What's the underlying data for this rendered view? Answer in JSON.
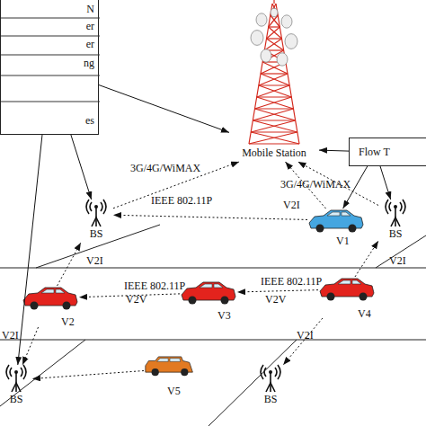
{
  "diagram": {
    "nodes": [
      {
        "text": [
          "N",
          "er",
          "er",
          "ng",
          "es"
        ]
      },
      {
        "text": [
          "Mobile Station"
        ]
      },
      {
        "text": [
          "Flow T"
        ]
      },
      {
        "text": [
          "BS"
        ]
      },
      {
        "text": [
          "V1"
        ]
      },
      {
        "text": [
          "BS"
        ]
      },
      {
        "text": [
          "V2"
        ]
      },
      {
        "text": [
          "V3"
        ]
      },
      {
        "text": [
          "V4"
        ]
      },
      {
        "text": [
          "BS"
        ]
      },
      {
        "text": [
          "V5"
        ]
      },
      {
        "text": [
          "BS"
        ]
      }
    ],
    "edges": [
      {
        "from": 0,
        "to": 3,
        "arrow": "to"
      },
      {
        "from": 0,
        "to": 1,
        "arrow": "to"
      },
      {
        "from": 0,
        "to": 9,
        "arrow": "to"
      },
      {
        "from": 2,
        "to": 1,
        "arrow": "to"
      },
      {
        "from": 2,
        "to": 4,
        "arrow": "to"
      },
      {
        "from": 2,
        "to": 5,
        "arrow": "to"
      },
      {
        "from": 3,
        "to": 1,
        "label": "3G/4G/WiMAX",
        "arrow": "to"
      },
      {
        "from": 4,
        "to": 1,
        "label": "3G/4G/WiMAX",
        "arrow": "to"
      },
      {
        "from": 4,
        "to": 3,
        "label": "IEEE 802.11P",
        "arrow": "to"
      },
      {
        "from": 5,
        "to": 1,
        "arrow": "to"
      },
      {
        "from": 6,
        "to": 3,
        "label": "V2I",
        "arrow": "to"
      },
      {
        "from": 7,
        "to": 6,
        "label": "IEEE 802.11P",
        "arrow": "to"
      },
      {
        "from": 8,
        "to": 7,
        "label": "IEEE 802.11P",
        "arrow": "to"
      },
      {
        "from": 8,
        "to": 5,
        "label": "V2I",
        "arrow": "to"
      },
      {
        "from": 6,
        "to": 9,
        "label": "V2I",
        "arrow": "to"
      },
      {
        "from": 10,
        "to": 9,
        "arrow": "to"
      },
      {
        "from": 8,
        "to": 11,
        "label": "V2I",
        "arrow": "to"
      }
    ],
    "labels": [
      "V2I",
      "V2V",
      "V2V"
    ]
  }
}
